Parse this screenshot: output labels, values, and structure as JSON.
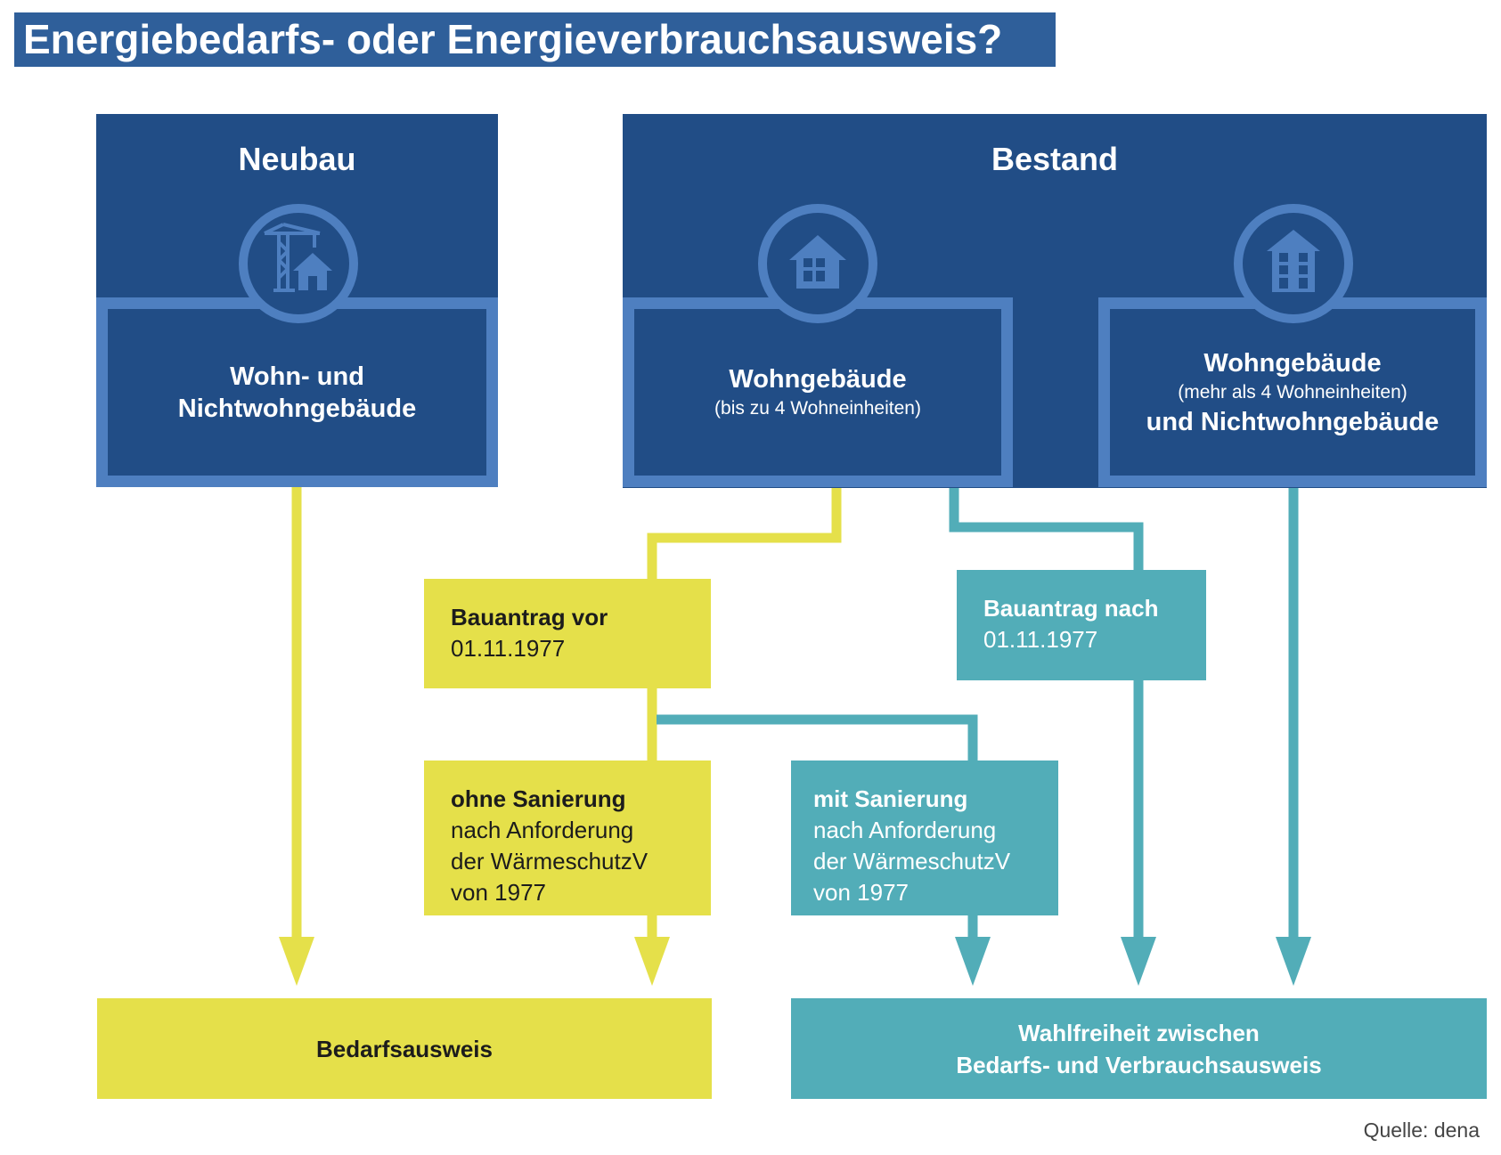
{
  "title": "Energiebedarfs- oder Energieverbrauchsausweis?",
  "colors": {
    "dark_blue": "#214d86",
    "mid_blue": "#4e7fc0",
    "yellow": "#e5e04a",
    "teal": "#52adb8",
    "title_blue": "#2f5f9a"
  },
  "neubau": {
    "heading": "Neubau",
    "icon": "crane-house-icon",
    "box": {
      "line1": "Wohn- und",
      "line2": "Nichtwohngebäude"
    }
  },
  "bestand": {
    "heading": "Bestand",
    "left": {
      "icon": "house-icon",
      "main": "Wohngebäude",
      "sub": "(bis zu 4 Wohneinheiten)"
    },
    "right": {
      "icon": "apartment-building-icon",
      "main": "Wohngebäude",
      "sub": "(mehr als 4 Wohneinheiten)",
      "main2": "und Nichtwohngebäude"
    }
  },
  "cards": {
    "vor": {
      "bold": "Bauantrag vor",
      "line2": "01.11.1977"
    },
    "nach": {
      "bold": "Bauantrag nach",
      "line2": "01.11.1977"
    },
    "ohne": {
      "bold": "ohne Sanierung",
      "line2": "nach Anforderung",
      "line3": "der WärmeschutzV",
      "line4": "von 1977"
    },
    "mit": {
      "bold": "mit Sanierung",
      "line2": "nach Anforderung",
      "line3": "der WärmeschutzV",
      "line4": "von 1977"
    }
  },
  "results": {
    "bedarf": "Bedarfsausweis",
    "wahl_line1": "Wahlfreiheit zwischen",
    "wahl_line2": "Bedarfs- und Verbrauchsausweis"
  },
  "source": "Quelle: dena"
}
